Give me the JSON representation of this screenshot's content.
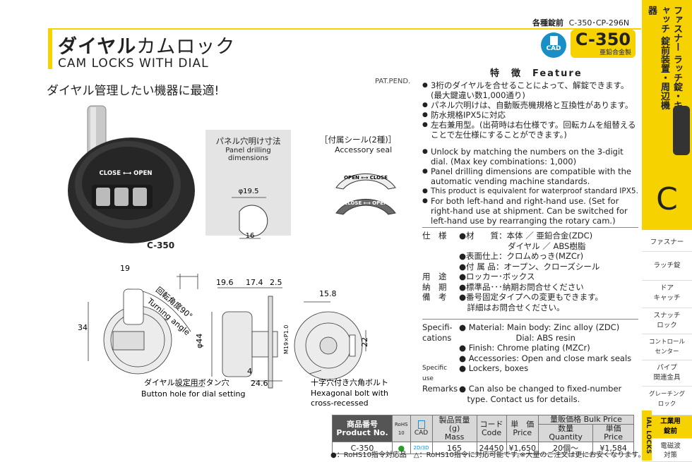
{
  "header": {
    "series_label": "各種錠前",
    "series_codes": "C-350･CP-296N",
    "jp_title_bold": "ダイヤル",
    "jp_title_thin": "カムロック",
    "en_title": "CAM LOCKS WITH DIAL",
    "cad_icon_label": "CAD",
    "model": "C-350",
    "material_note": "亜鉛合金製"
  },
  "catchphrase": "ダイヤル管理したい機器に最適!",
  "pat_pend": "PAT.PEND.",
  "product_label": "C-350",
  "panel": {
    "title": "パネル穴明け寸法",
    "subtitle": "Panel drilling dimensions",
    "dim_diameter": "φ19.5",
    "dim_width": "16"
  },
  "seal": {
    "title": "［付属シール(2種)］",
    "subtitle": "Accessory seal",
    "seal1": "OPEN ⟷ CLOSE",
    "seal2": "CLOSE ⟷ OPEN"
  },
  "dial_text": "CLOSE ⟷ OPEN",
  "drawing": {
    "dim_19": "19",
    "dim_34": "34",
    "rot_jp": "回転角度90°",
    "rot_en": "Turning angle",
    "dim_19_6": "19.6",
    "dim_17_4": "17.4",
    "dim_2_5": "2.5",
    "dim_44": "φ44",
    "dim_4": "4",
    "dim_24_6": "24.6",
    "dim_m19": "M19×P1.0",
    "dim_15_8": "15.8",
    "dim_22": "22",
    "cap1_jp": "ダイヤル設定用ボタン穴",
    "cap1_en": "Button hole for dial setting",
    "cap2_jp": "十字穴付き六角ボルト",
    "cap2_en1": "Hexagonal bolt with",
    "cap2_en2": "cross-recessed"
  },
  "features": {
    "heading": "特　徴　Feature",
    "jp": [
      "3桁のダイヤルを合せることによって、解錠できます。(最大鍵違い数1,000通り)",
      "パネル穴明けは、自動販売機規格と互換性があります。",
      "防水規格IPX5に対応",
      "左右兼用型。(出荷時は右仕様です。回転カムを組替えることで左仕様にすることができます。)"
    ],
    "en": [
      "Unlock by matching the numbers on the 3-digit dial. (Max key combinations: 1,000)",
      "Panel drilling dimensions are compatible with the automatic vending machine standards.",
      "This product is equivalent for waterproof standard IPX5.",
      "For both left-hand and right-hand use. (Set for right-hand use at shipment. Can be switched for left-hand use by rearranging the rotary cam.)"
    ]
  },
  "specs_jp": [
    {
      "label": "仕　様",
      "lines": [
        "●材　　質：本体 ／ 亜鉛合金(ZDC)",
        "　　　　　　ダイヤル ／ ABS樹脂",
        "●表面仕上：クロムめっき(MZCr)",
        "●付 属 品：オープン、クローズシール"
      ]
    },
    {
      "label": "用　途",
      "lines": [
        "●ロッカー･ボックス"
      ]
    },
    {
      "label": "納　期",
      "lines": [
        "●標準品･･･納期お問合せください"
      ]
    },
    {
      "label": "備　考",
      "lines": [
        "●番号固定タイプへの変更もできます。",
        "　詳細はお問合せください。"
      ]
    }
  ],
  "specs_en": [
    {
      "label": "Specifi-\ncations",
      "lines": [
        "● Material: Main body: Zinc alloy (ZDC)",
        "　　　　　　　Dial: ABS resin",
        "● Finish: Chrome plating (MZCr)",
        "● Accessories: Open and close mark seals"
      ]
    },
    {
      "label": "Specific use",
      "lines": [
        "● Lockers, boxes"
      ]
    },
    {
      "label": "Remarks",
      "lines": [
        "● Can also be changed to fixed-number",
        "　type. Contact us for details."
      ]
    }
  ],
  "table": {
    "h_product_jp": "商品番号",
    "h_product_en": "Product No.",
    "h_rohs_top": "RoHS",
    "h_rohs_bottom": "10",
    "h_cad": "CAD",
    "h_mass_jp": "製品質量(g)",
    "h_mass_en": "Mass",
    "h_code_jp": "コード",
    "h_code_en": "Code",
    "h_price_jp": "単　価",
    "h_price_en": "Price",
    "h_bulk": "量販価格 Bulk Price",
    "h_qty": "数量 Quantity",
    "h_unit": "単価 Price",
    "row": {
      "product": "C-350",
      "rohs": "●",
      "cad": "2D/3D",
      "mass": "165",
      "code": "24450",
      "price": "¥1,650",
      "qty": "20個〜",
      "bulk_price": "¥1,584"
    }
  },
  "footnote_left": "●：RoHS10指令対応品　△：RoHS10指令に対応可能です。",
  "footnote_right": "※大量のご注文は更にお安くなります。",
  "sidebar": {
    "top_text": "ファスナー ラッチ錠・キャッチ 錠前装置・周辺機器",
    "letter": "C",
    "vertical_tab": "IAL LOCKS",
    "items": [
      {
        "label": "ファスナー"
      },
      {
        "label": "ラッチ錠"
      },
      {
        "label": "ドア\nキャッチ"
      },
      {
        "label": "スナッチ\nロック"
      },
      {
        "label": "コントロール\nセンター"
      },
      {
        "label": "パイプ\n関連金具"
      },
      {
        "label": "グレーチング\nロック"
      },
      {
        "label": "工業用\n錠前"
      },
      {
        "label": "電磁波\n対策"
      }
    ]
  }
}
